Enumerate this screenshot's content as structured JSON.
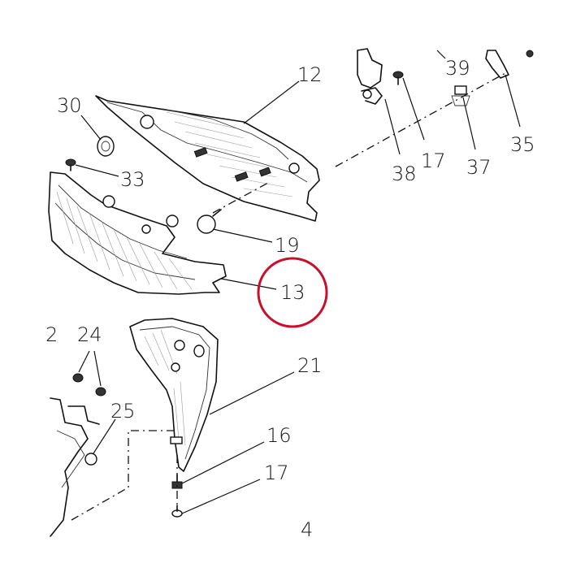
{
  "diagram": {
    "callouts": {
      "c12": "12",
      "c30": "30",
      "c33": "33",
      "c19": "19",
      "c13": "13",
      "c24": "24",
      "c25": "25",
      "c21": "21",
      "c16": "16",
      "c17b": "17",
      "c4": "4",
      "c39": "39",
      "c17a": "17",
      "c38": "38",
      "c37": "37",
      "c35": "35",
      "c2": "2"
    },
    "highlight": {
      "callout": "13",
      "color": "#c8102e"
    },
    "colors": {
      "line": "#111111",
      "background": "#ffffff"
    }
  }
}
